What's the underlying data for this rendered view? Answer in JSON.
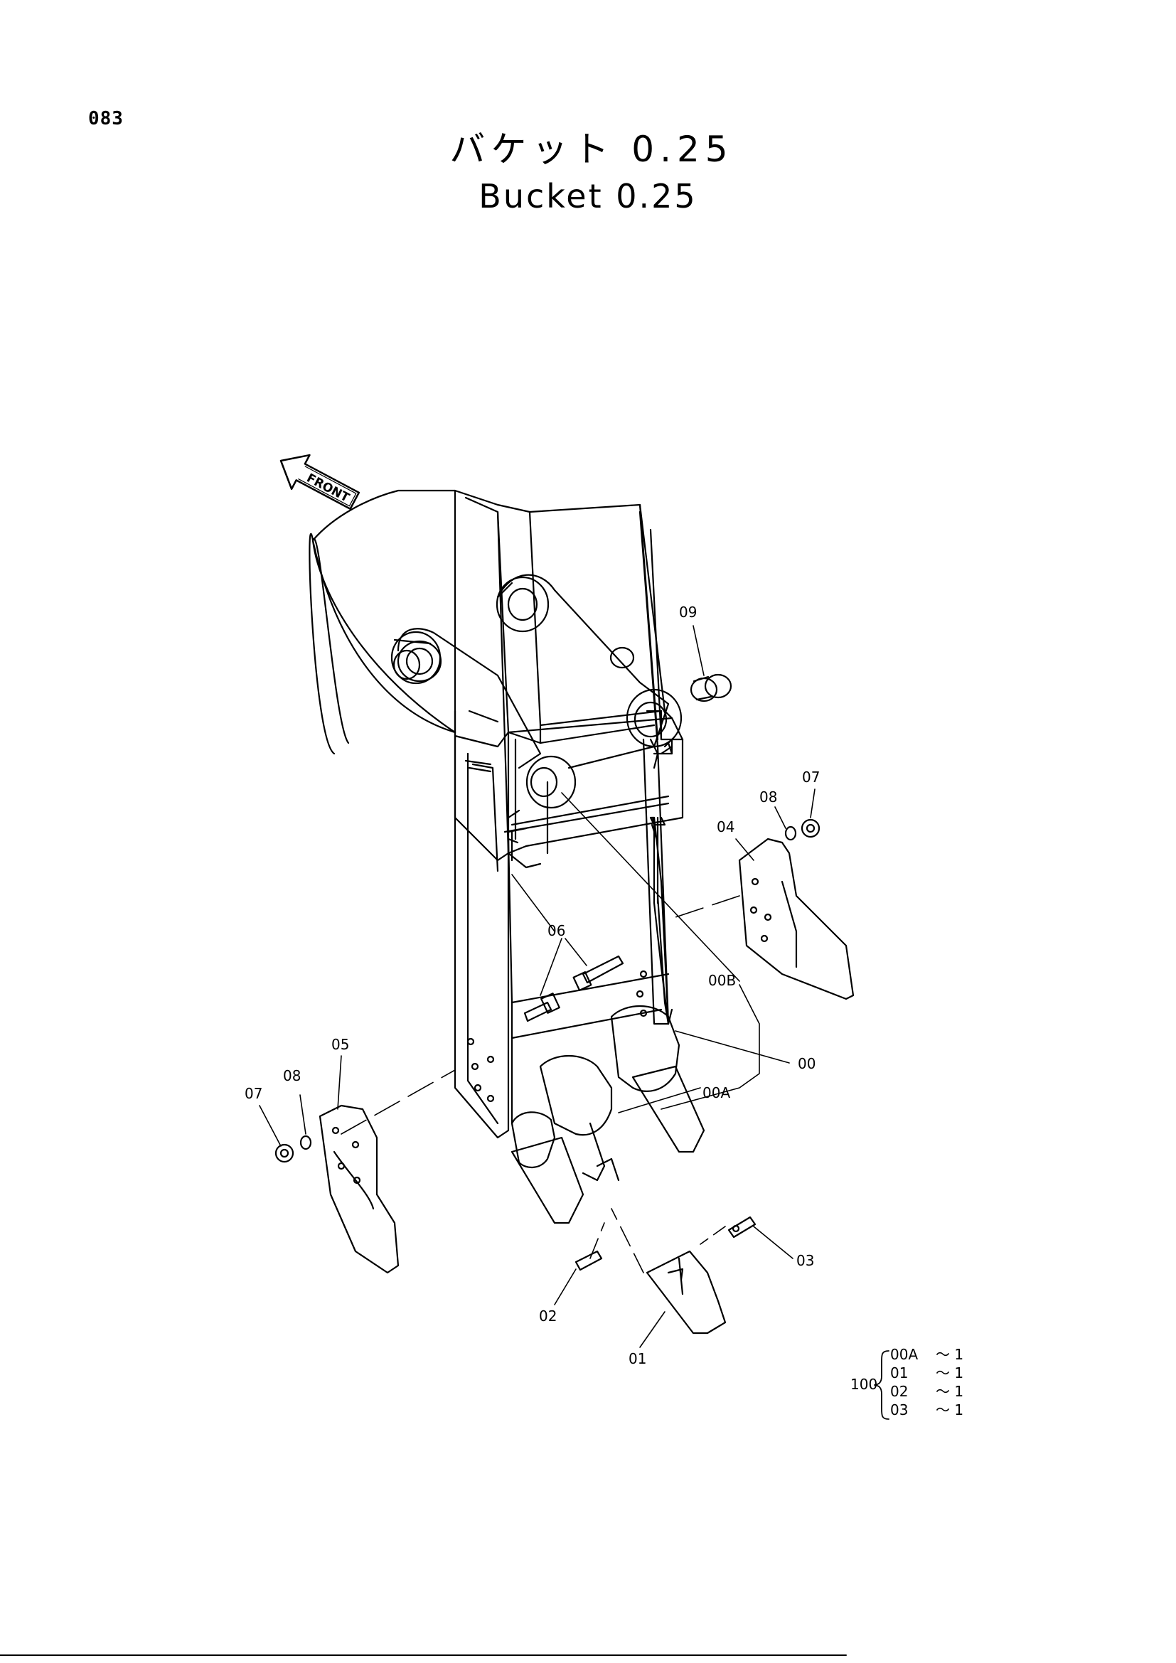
{
  "page": {
    "number": "083"
  },
  "title": {
    "japanese": "バケット 0.25",
    "english": "Bucket 0.25"
  },
  "front_marker": {
    "label": "FRONT",
    "icon": "front-arrow-icon"
  },
  "callouts": {
    "c09": "09",
    "c07_right": "07",
    "c08_right": "08",
    "c04": "04",
    "c06": "06",
    "c00B": "00B",
    "c00": "00",
    "c00A": "00A",
    "c05": "05",
    "c08_left": "08",
    "c07_left": "07",
    "c03": "03",
    "c02": "02",
    "c01": "01"
  },
  "kit": {
    "number": "100",
    "items": [
      {
        "part": "00A",
        "qty": "〜 1"
      },
      {
        "part": "01",
        "qty": "〜 1"
      },
      {
        "part": "02",
        "qty": "〜 1"
      },
      {
        "part": "03",
        "qty": "〜 1"
      }
    ]
  }
}
